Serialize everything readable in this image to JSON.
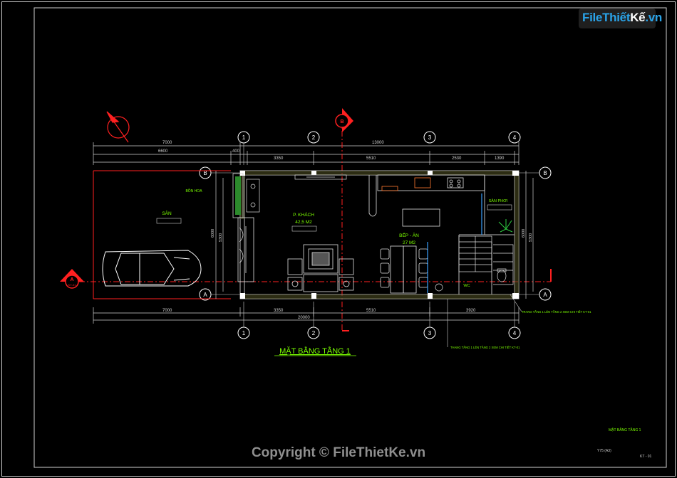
{
  "drawing_title": "MẶT BẰNG TẰNG 1",
  "title_block": {
    "sheet_name": "MẶT BẰNG TẦNG 1",
    "scale": "Y75 (A3)",
    "sheet_number": "KT - 01"
  },
  "watermark": {
    "logo_file": "File",
    "logo_thiet": "Thiết",
    "logo_ke": "Kế",
    "logo_vn": ".vn",
    "copyright": "Copyright © FileThietKe.vn"
  },
  "grid_axes": {
    "vertical": [
      "1",
      "2",
      "3",
      "4"
    ],
    "horizontal": [
      "A",
      "B"
    ]
  },
  "dimensions": {
    "top_overall": "13000",
    "top_left": "7000",
    "top_row2": [
      "6600",
      "400",
      "3350",
      "5510",
      "2530",
      "1390"
    ],
    "left_depth": [
      "6000",
      "5300"
    ],
    "right_depth": [
      "6000",
      "5300"
    ],
    "bottom_row1": [
      "7000",
      "3350",
      "5510",
      "3920"
    ],
    "bottom_overall": "20000"
  },
  "rooms": {
    "garden": "SÂN",
    "flower_box": "BỒN HOA",
    "living_name": "P. KHÁCH",
    "living_area": "42,5 M2",
    "kitchen_name": "BẾP - ĂN",
    "kitchen_area": "27 M2",
    "drying_yard": "SÂN PHƠI",
    "wc": "WC"
  },
  "notes": {
    "note_1": "TRANG TẦNG 1 LÊN TẦNG 2 XEM CHI TIẾT KT-01",
    "note_2": "THANG TẦNG 1 LÊN TẦNG 2 XEM CHI TIẾT KT-01"
  },
  "section_marks": {
    "top": "B",
    "left": "A",
    "left_ref": "KT-01"
  },
  "colors": {
    "background": "#000000",
    "frame": "#d8d8d8",
    "wall": "#b8b8b8",
    "wall_hatch": "#8a8a3a",
    "dim": "#d0d0d0",
    "grid": "#ffffff",
    "section_red": "#ff2020",
    "label_green": "#7cff00",
    "title_green": "#7cff00",
    "furniture": "#e8e8e8",
    "window_blue": "#3aa0ff",
    "kitchen_orange": "#ff7a30"
  }
}
